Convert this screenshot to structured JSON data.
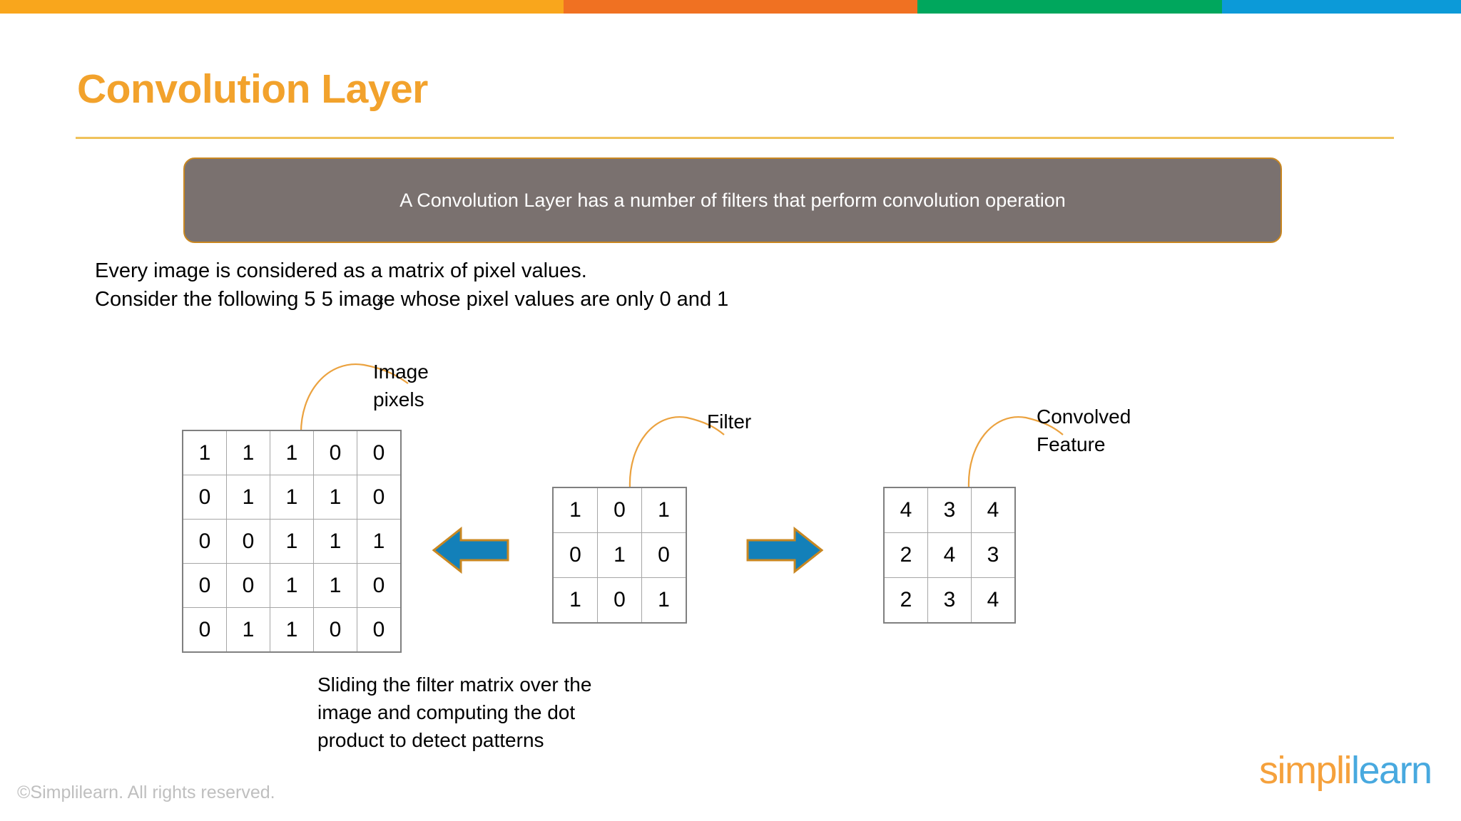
{
  "topbar": {
    "segments": [
      {
        "name": "amber",
        "color": "#F9A61C"
      },
      {
        "name": "orange",
        "color": "#F07122"
      },
      {
        "name": "green",
        "color": "#00A75D"
      },
      {
        "name": "blue",
        "color": "#0C9AD8"
      }
    ]
  },
  "title": "Convolution Layer",
  "banner": {
    "text": "A Convolution Layer has a number of filters that perform convolution operation",
    "fill": "#7A716F",
    "border": "#C98721"
  },
  "intro": {
    "line1": "Every image is considered as a matrix of pixel values.",
    "line2": "Consider the following 5  5 image whose pixel values are only 0 and 1",
    "times_symbol": "×"
  },
  "labels": {
    "image_pixels": "Image\npixels",
    "filter": "Filter",
    "convolved_feature": "Convolved\nFeature"
  },
  "matrices": {
    "image": {
      "name": "image-pixel-matrix",
      "rows": [
        [
          "1",
          "1",
          "1",
          "0",
          "0"
        ],
        [
          "0",
          "1",
          "1",
          "1",
          "0"
        ],
        [
          "0",
          "0",
          "1",
          "1",
          "1"
        ],
        [
          "0",
          "0",
          "1",
          "1",
          "0"
        ],
        [
          "0",
          "1",
          "1",
          "0",
          "0"
        ]
      ]
    },
    "filter": {
      "name": "filter-matrix",
      "rows": [
        [
          "1",
          "0",
          "1"
        ],
        [
          "0",
          "1",
          "0"
        ],
        [
          "1",
          "0",
          "1"
        ]
      ]
    },
    "feature": {
      "name": "convolved-feature-matrix",
      "rows": [
        [
          "4",
          "3",
          "4"
        ],
        [
          "2",
          "4",
          "3"
        ],
        [
          "2",
          "3",
          "4"
        ]
      ]
    }
  },
  "arrows": {
    "left": {
      "direction": "left",
      "fill": "#1380B9",
      "stroke": "#C98721"
    },
    "right": {
      "direction": "right",
      "fill": "#1380B9",
      "stroke": "#C98721"
    }
  },
  "caption": "Sliding the filter matrix over the\nimage and computing the dot\nproduct to detect patterns",
  "footer": {
    "copyright": "©Simplilearn. All rights reserved.",
    "logo": {
      "part1": "simpl",
      "bar": "i",
      "part2": "learn"
    }
  },
  "leader_color": "#EBA23F"
}
